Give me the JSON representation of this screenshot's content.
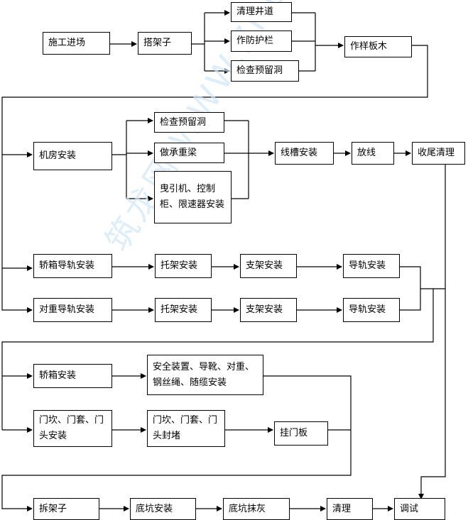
{
  "nodes": {
    "site_entry": "施工进场",
    "scaffold": "搭架子",
    "clean_shaft": "清理井道",
    "guardrail": "作防护栏",
    "check_holes_1": "检查预留洞",
    "plank": "作样板木",
    "machine_room": "机房安装",
    "check_holes_2": "检查预留洞",
    "bearing_beam": "做承重梁",
    "traction_machine": "曳引机、控制柜、限速器安装",
    "trunking": "线槽安装",
    "wiring": "放线",
    "finishing": "收尾清理",
    "car_rail": "轿箱导轨安装",
    "car_bracket_holder": "托架安装",
    "car_bracket": "支架安装",
    "car_guide": "导轨安装",
    "cw_rail": "对重导轨安装",
    "cw_bracket_holder": "托架安装",
    "cw_bracket": "支架安装",
    "cw_guide": "导轨安装",
    "car_install": "轿箱安装",
    "safety": "安全装置、导靴、对重、钢丝绳、随缆安装",
    "door_frame": "门坎、门套、门头安装",
    "door_seal": "门坎、门套、门头封堵",
    "hang_door": "挂门板",
    "dismantle": "拆架子",
    "pit": "底坑安装",
    "pit_plaster": "底坑抹灰",
    "clean": "清理",
    "debug": "调试"
  },
  "watermark": "筑龙网 WWW.ZHULONG.COM"
}
